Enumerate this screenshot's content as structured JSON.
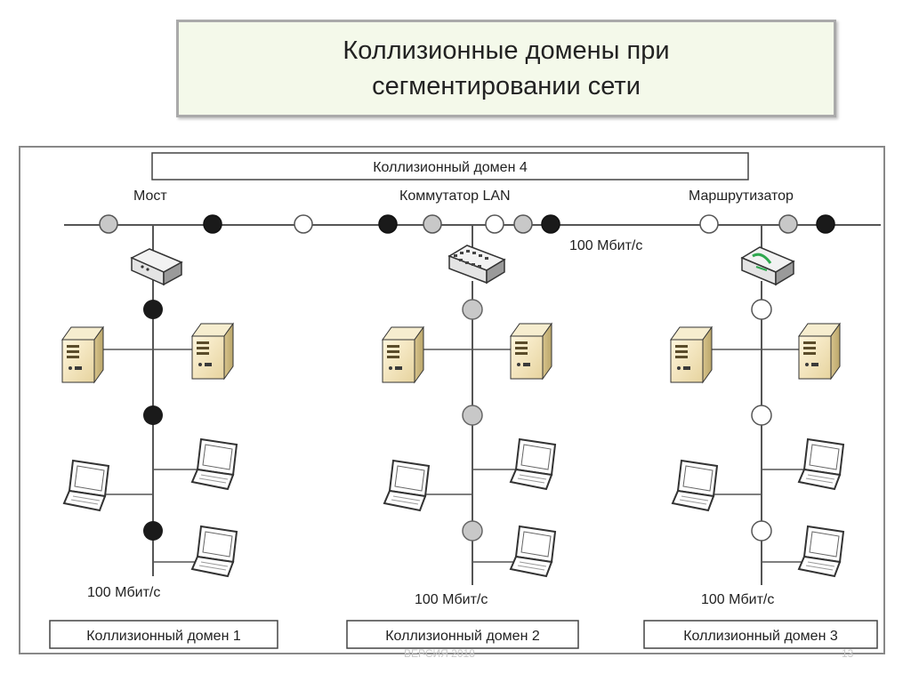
{
  "title": "Коллизионные домены при\nсегментировании сети",
  "labels": {
    "domain4": "Коллизионный домен 4",
    "bridge": "Мост",
    "switch": "Коммутатор LAN",
    "router": "Маршрутизатор",
    "speed_backbone": "100 Мбит/с",
    "speed_1": "100 Мбит/с",
    "speed_2": "100 Мбит/с",
    "speed_3": "100 Мбит/с",
    "domain1": "Коллизионный домен 1",
    "domain2": "Коллизионный домен 2",
    "domain3": "Коллизионный домен 3"
  },
  "footer": {
    "left": "ВЕРСИЯ 2018",
    "right": "13"
  },
  "colors": {
    "node_gray": "#c8c8c8",
    "node_black": "#1a1a1a",
    "node_white": "#ffffff",
    "line": "#555555"
  }
}
